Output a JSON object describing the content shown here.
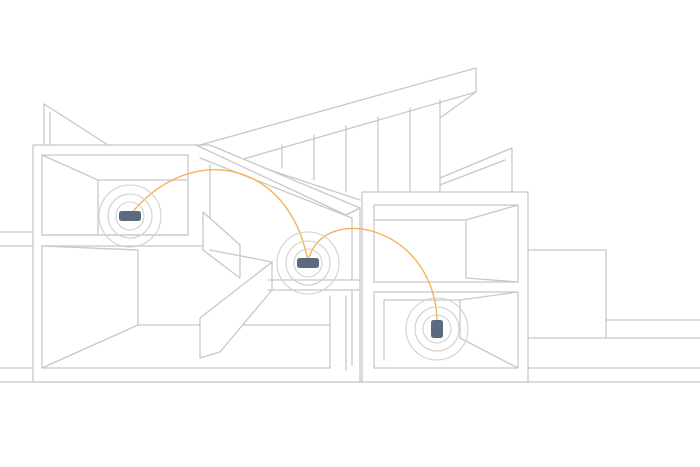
{
  "colors": {
    "line": "#c8c8c8",
    "link": "#f2b356",
    "device": "#5a6b7d",
    "background": "#ffffff"
  },
  "devices": [
    {
      "id": "device-upper-left",
      "shape": "horizontal",
      "icon": "mesh-router-icon"
    },
    {
      "id": "device-center",
      "shape": "horizontal",
      "icon": "mesh-router-icon"
    },
    {
      "id": "device-lower-right",
      "shape": "vertical",
      "icon": "mesh-router-icon"
    }
  ],
  "links": [
    {
      "from": "device-upper-left",
      "to": "device-center"
    },
    {
      "from": "device-center",
      "to": "device-lower-right"
    }
  ]
}
